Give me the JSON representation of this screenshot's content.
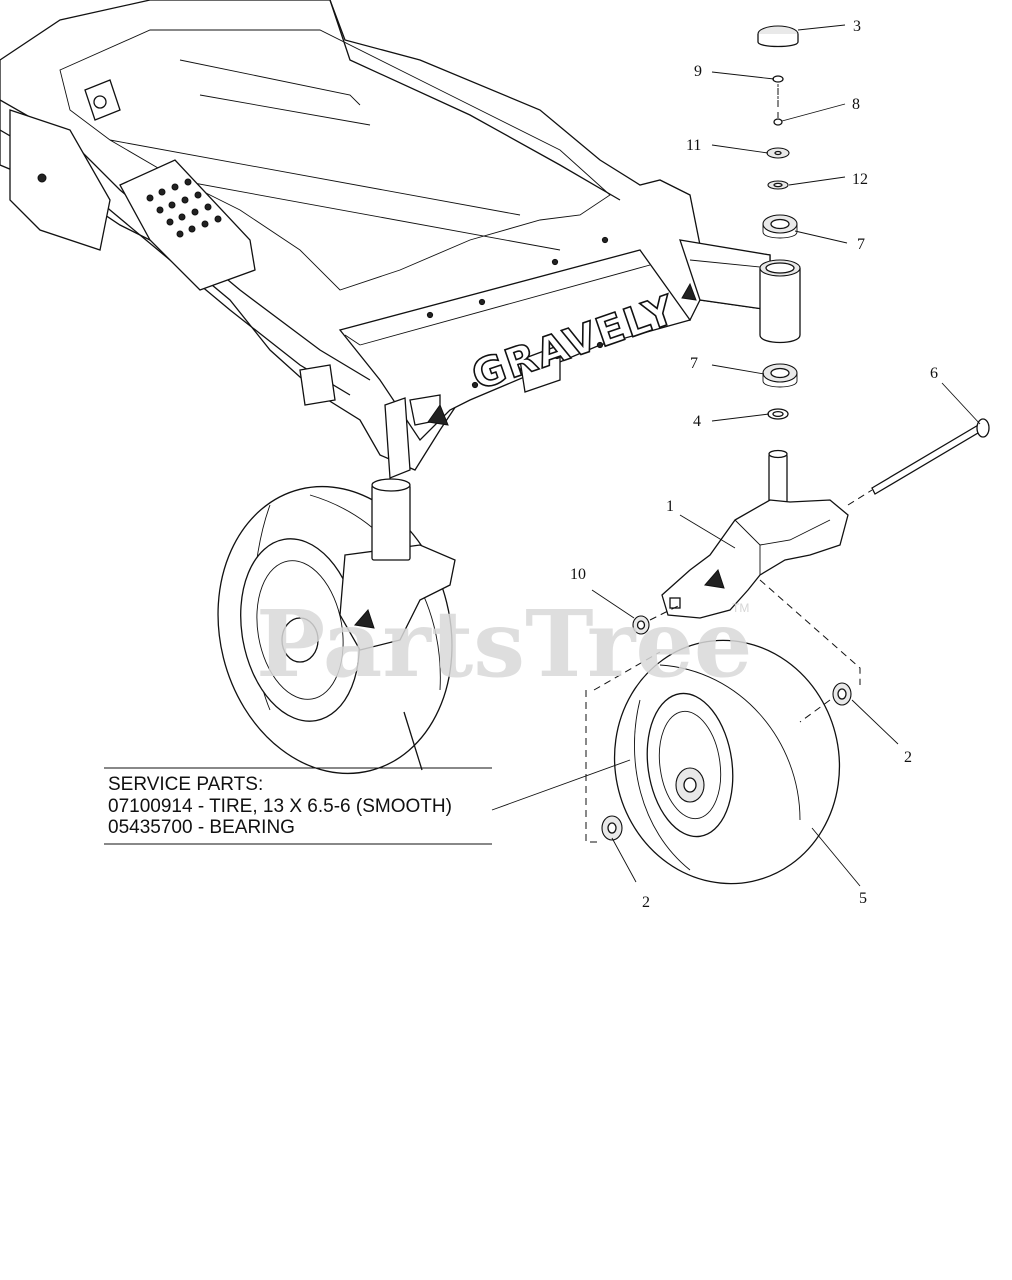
{
  "watermark": {
    "text": "PartsTree",
    "trademark": "TM"
  },
  "frame": {
    "brand_text": "GRAVELY"
  },
  "service_parts": {
    "heading": "SERVICE PARTS:",
    "lines": [
      "07100914 - TIRE, 13 X 6.5-6 (SMOOTH)",
      "05435700 - BEARING"
    ]
  },
  "callouts": [
    {
      "id": "3",
      "label": "3"
    },
    {
      "id": "9",
      "label": "9"
    },
    {
      "id": "8",
      "label": "8"
    },
    {
      "id": "11",
      "label": "11"
    },
    {
      "id": "12",
      "label": "12"
    },
    {
      "id": "7a",
      "label": "7"
    },
    {
      "id": "7b",
      "label": "7"
    },
    {
      "id": "4",
      "label": "4"
    },
    {
      "id": "6",
      "label": "6"
    },
    {
      "id": "1",
      "label": "1"
    },
    {
      "id": "10",
      "label": "10"
    },
    {
      "id": "2a",
      "label": "2"
    },
    {
      "id": "2b",
      "label": "2"
    },
    {
      "id": "5",
      "label": "5"
    }
  ]
}
